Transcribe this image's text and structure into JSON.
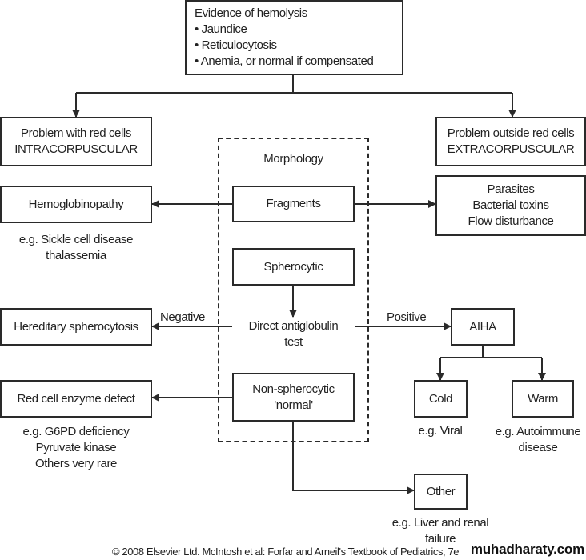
{
  "top": {
    "title": "Evidence of hemolysis",
    "bullets": [
      "Jaundice",
      "Reticulocytosis",
      "Anemia, or normal if compensated"
    ]
  },
  "intra": {
    "line1": "Problem with red cells",
    "line2": "INTRACORPUSCULAR"
  },
  "extra": {
    "line1": "Problem outside red cells",
    "line2": "EXTRACORPUSCULAR"
  },
  "morphology": "Morphology",
  "fragments": "Fragments",
  "hemoglobinopathy": "Hemoglobinopathy",
  "hemo_eg": [
    "e.g. Sickle cell disease",
    "thalassemia"
  ],
  "extra_causes": [
    "Parasites",
    "Bacterial toxins",
    "Flow disturbance"
  ],
  "spherocytic": "Spherocytic",
  "dat": [
    "Direct antiglobulin",
    "test"
  ],
  "negative": "Negative",
  "positive": "Positive",
  "hereditary": "Hereditary spherocytosis",
  "aiha": "AIHA",
  "cold": "Cold",
  "warm": "Warm",
  "cold_eg": "e.g. Viral",
  "warm_eg": [
    "e.g. Autoimmune",
    "disease"
  ],
  "nonsph": [
    "Non-spherocytic",
    "'normal'"
  ],
  "enzyme": "Red cell enzyme defect",
  "enzyme_eg": [
    "e.g. G6PD deficiency",
    "Pyruvate kinase",
    "Others very rare"
  ],
  "other": "Other",
  "other_eg": [
    "e.g. Liver and renal",
    "failure"
  ],
  "copyright": "© 2008 Elsevier Ltd. McIntosh et al: Forfar and Arneil's Textbook of Pediatrics, 7e",
  "watermark": "muhadharaty.com"
}
